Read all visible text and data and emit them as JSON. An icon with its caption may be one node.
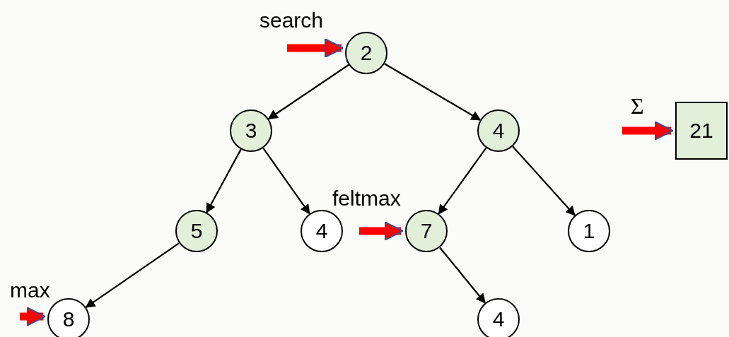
{
  "diagram": {
    "nodes": [
      {
        "text": [
          "2"
        ]
      },
      {
        "text": [
          "3"
        ]
      },
      {
        "text": [
          "4"
        ]
      },
      {
        "text": [
          "5"
        ]
      },
      {
        "text": [
          "4"
        ]
      },
      {
        "text": [
          "7"
        ]
      },
      {
        "text": [
          "1"
        ]
      },
      {
        "text": [
          "8"
        ]
      },
      {
        "text": [
          "4"
        ]
      },
      {
        "text": [
          "21"
        ]
      }
    ],
    "edges": [
      {
        "from": 0,
        "to": 1,
        "arrow": "to"
      },
      {
        "from": 0,
        "to": 2,
        "arrow": "to"
      },
      {
        "from": 1,
        "to": 3,
        "arrow": "to"
      },
      {
        "from": 1,
        "to": 4,
        "arrow": "to"
      },
      {
        "from": 2,
        "to": 5,
        "arrow": "to"
      },
      {
        "from": 2,
        "to": 6,
        "arrow": "to"
      },
      {
        "from": 3,
        "to": 7,
        "arrow": "to"
      },
      {
        "from": 5,
        "to": 8,
        "arrow": "to"
      },
      {
        "from": null,
        "to": 0,
        "arrow": "to",
        "label": "search",
        "style": "thick",
        "color": "#ff0000"
      },
      {
        "from": null,
        "to": 5,
        "arrow": "to",
        "label": "feltmax",
        "style": "thick",
        "color": "#ff0000"
      },
      {
        "from": null,
        "to": 7,
        "arrow": "to",
        "label": "max",
        "style": "thick",
        "color": "#ff0000"
      },
      {
        "from": null,
        "to": 9,
        "arrow": "to",
        "label": "Σ",
        "style": "thick",
        "color": "#ff0000"
      }
    ]
  }
}
